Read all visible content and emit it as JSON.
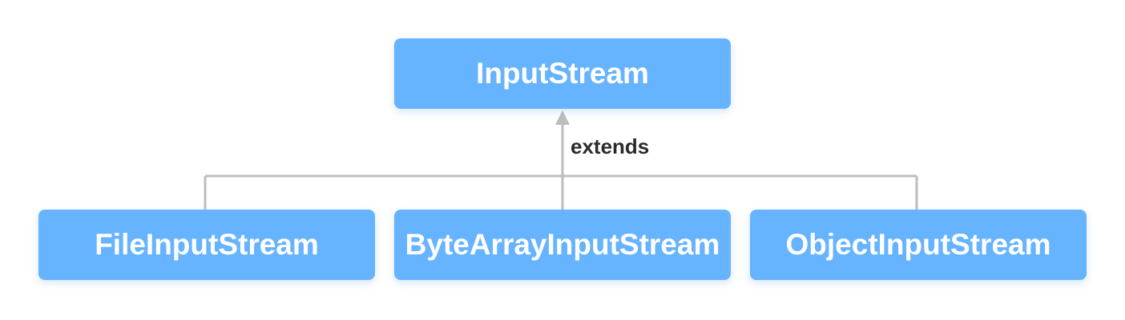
{
  "colors": {
    "node_fill": "#66b3ff",
    "node_text": "#ffffff",
    "connector": "#bdbdbd",
    "label_text": "#2b2b2b"
  },
  "diagram": {
    "parent": {
      "label": "InputStream"
    },
    "edge_label": "extends",
    "children": [
      {
        "label": "FileInputStream"
      },
      {
        "label": "ByteArrayInputStream"
      },
      {
        "label": "ObjectInputStream"
      }
    ]
  }
}
